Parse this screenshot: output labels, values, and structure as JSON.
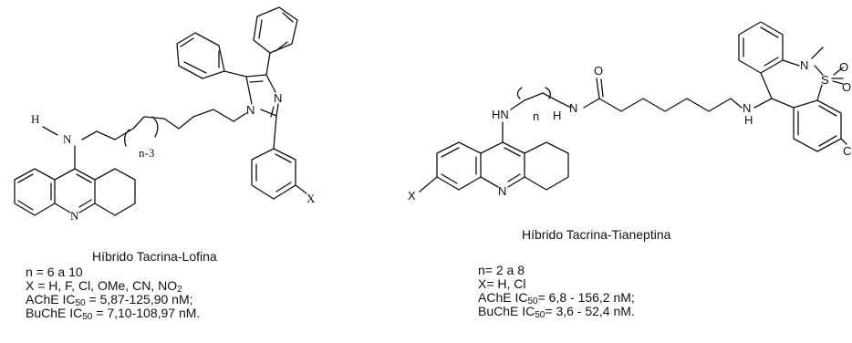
{
  "left": {
    "atoms": {
      "h": "H",
      "n_amine": "N",
      "chain": "n-3",
      "n_imid1": "N",
      "n_imid2": "N",
      "n_ring": "N",
      "x": "X"
    },
    "title": "Híbrido Tacrina-Lofina",
    "line1": "n =  6 a 10",
    "line2": {
      "pre": "X = H, F, Cl, OMe, CN, NO",
      "sub": "2",
      "post": ""
    },
    "line3": {
      "pre": "AChE IC",
      "sub": "50",
      "post": " = 5,87-125,90 nM;"
    },
    "line4": {
      "pre": "BuChE IC",
      "sub": "50",
      "post": " =  7,10-108,97 nM."
    }
  },
  "right": {
    "atoms": {
      "o": "O",
      "hn": "HN",
      "n": "n",
      "h_amide": "H",
      "n_amide": "N",
      "n_amine2": "N",
      "h_amine2": "H",
      "n_sulf": "N",
      "s": "S",
      "o1": "O",
      "o2": "O",
      "cl": "Cl",
      "n_ring": "N",
      "x": "X"
    },
    "title": "Híbrido Tacrina-Tianeptina",
    "line1": "n= 2 a 8",
    "line2": "X= H, Cl",
    "line3": {
      "pre": "AChE IC",
      "sub": "50",
      "post": "= 6,8 - 156,2 nM;"
    },
    "line4": {
      "pre": "BuChE IC",
      "sub": "50",
      "post": "= 3,6 - 52,4 nM."
    }
  }
}
